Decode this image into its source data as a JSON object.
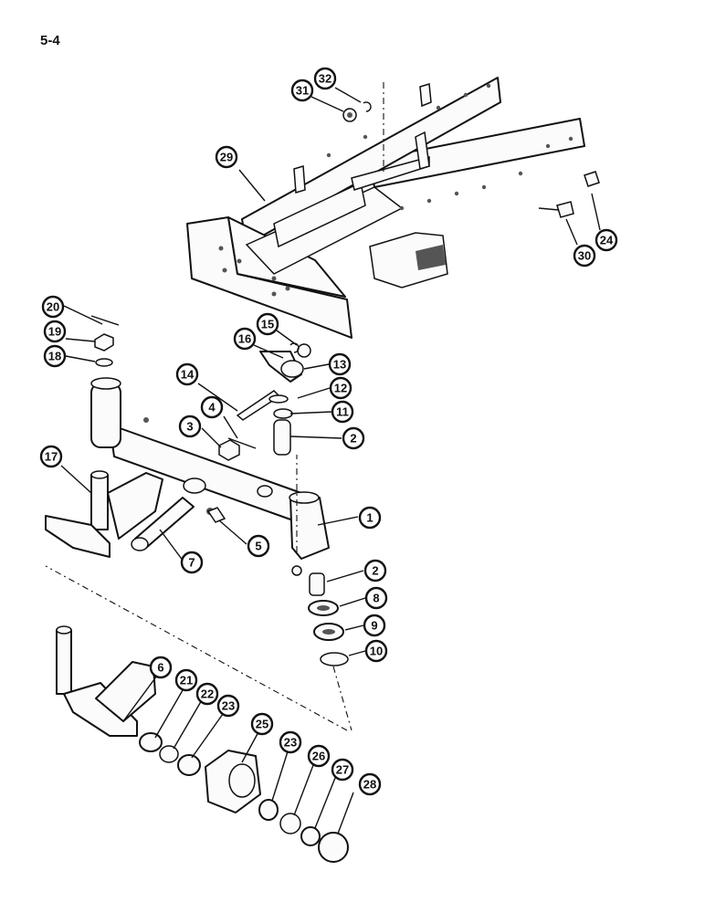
{
  "page_label": "5-4",
  "callouts": [
    {
      "id": "c1",
      "label": "1"
    },
    {
      "id": "c2a",
      "label": "2"
    },
    {
      "id": "c2b",
      "label": "2"
    },
    {
      "id": "c3",
      "label": "3"
    },
    {
      "id": "c4",
      "label": "4"
    },
    {
      "id": "c5",
      "label": "5"
    },
    {
      "id": "c6",
      "label": "6"
    },
    {
      "id": "c7",
      "label": "7"
    },
    {
      "id": "c8",
      "label": "8"
    },
    {
      "id": "c9",
      "label": "9"
    },
    {
      "id": "c10",
      "label": "10"
    },
    {
      "id": "c11",
      "label": "11"
    },
    {
      "id": "c12",
      "label": "12"
    },
    {
      "id": "c13",
      "label": "13"
    },
    {
      "id": "c14",
      "label": "14"
    },
    {
      "id": "c15",
      "label": "15"
    },
    {
      "id": "c16",
      "label": "16"
    },
    {
      "id": "c17",
      "label": "17"
    },
    {
      "id": "c18",
      "label": "18"
    },
    {
      "id": "c19",
      "label": "19"
    },
    {
      "id": "c20",
      "label": "20"
    },
    {
      "id": "c21",
      "label": "21"
    },
    {
      "id": "c22",
      "label": "22"
    },
    {
      "id": "c23a",
      "label": "23"
    },
    {
      "id": "c23b",
      "label": "23"
    },
    {
      "id": "c24",
      "label": "24"
    },
    {
      "id": "c25",
      "label": "25"
    },
    {
      "id": "c26",
      "label": "26"
    },
    {
      "id": "c27",
      "label": "27"
    },
    {
      "id": "c28",
      "label": "28"
    },
    {
      "id": "c29",
      "label": "29"
    },
    {
      "id": "c30",
      "label": "30"
    },
    {
      "id": "c31",
      "label": "31"
    },
    {
      "id": "c32",
      "label": "32"
    }
  ]
}
